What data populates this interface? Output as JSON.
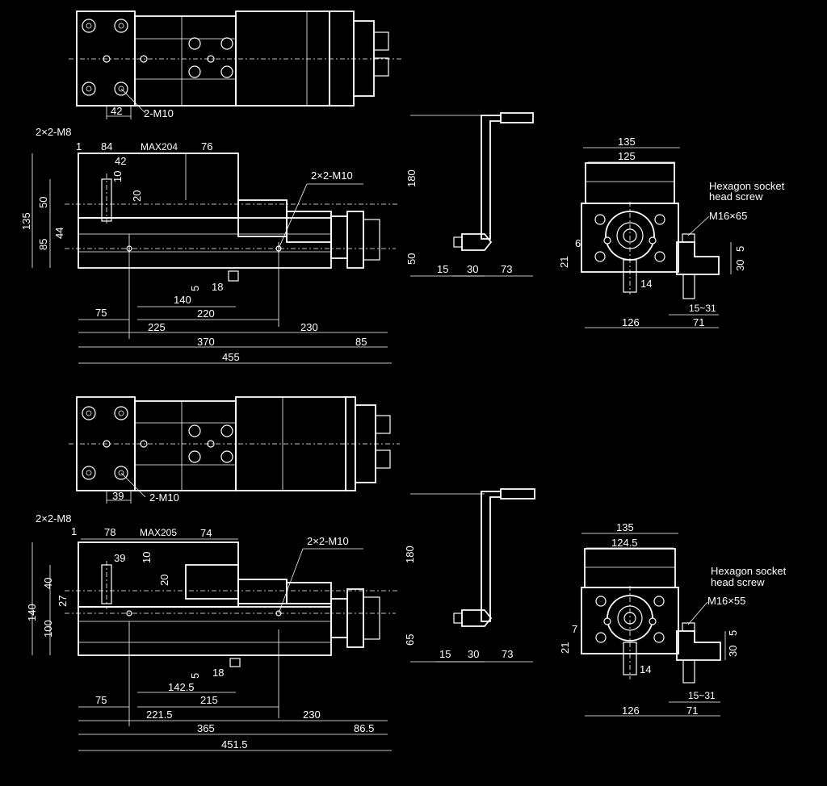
{
  "colors": {
    "background": "#000000",
    "line": "#ffffff"
  },
  "view_a": {
    "top": {
      "d_42": "42",
      "tap_2m10": "2-M10"
    },
    "front": {
      "tap_2x2m8": "2×2-M8",
      "d_1": "1",
      "d_84": "84",
      "d_max": "MAX204",
      "d_76": "76",
      "d_42": "42",
      "d_10": "10",
      "d_20": "20",
      "tap_2x2m10": "2×2-M10",
      "d_50": "50",
      "d_135": "135",
      "d_44": "44",
      "d_85": "85",
      "d_5": "5",
      "d_18": "18",
      "d_140": "140",
      "d_75": "75",
      "d_220": "220",
      "d_225": "225",
      "d_230": "230",
      "d_370": "370",
      "d_85b": "85",
      "d_455": "455"
    },
    "side": {
      "d_180": "180",
      "d_50": "50",
      "d_15": "15",
      "d_30": "30",
      "d_73": "73"
    },
    "end": {
      "d_135": "135",
      "d_125": "125",
      "screw_label_1": "Hexagon socket",
      "screw_label_2": "head screw",
      "screw_size": "M16×65",
      "d_6": "6",
      "d_21": "21",
      "d_30": "30",
      "d_5": "5",
      "d_14": "14",
      "d_15_31": "15~31",
      "d_126": "126",
      "d_71": "71"
    }
  },
  "view_b": {
    "top": {
      "d_39": "39",
      "tap_2m10": "2-M10"
    },
    "front": {
      "tap_2x2m8": "2×2-M8",
      "d_1": "1",
      "d_78": "78",
      "d_max": "MAX205",
      "d_74": "74",
      "d_39": "39",
      "d_10": "10",
      "d_20": "20",
      "tap_2x2m10": "2×2-M10",
      "d_40": "40",
      "d_140": "140",
      "d_27": "27",
      "d_100": "100",
      "d_5": "5",
      "d_18": "18",
      "d_142_5": "142.5",
      "d_75": "75",
      "d_215": "215",
      "d_221_5": "221.5",
      "d_230": "230",
      "d_365": "365",
      "d_86_5": "86.5",
      "d_451_5": "451.5"
    },
    "side": {
      "d_180": "180",
      "d_65": "65",
      "d_15": "15",
      "d_30": "30",
      "d_73": "73"
    },
    "end": {
      "d_135": "135",
      "d_124_5": "124.5",
      "screw_label_1": "Hexagon socket",
      "screw_label_2": "head screw",
      "screw_size": "M16×55",
      "d_7": "7",
      "d_21": "21",
      "d_30": "30",
      "d_5": "5",
      "d_14": "14",
      "d_15_31": "15~31",
      "d_126": "126",
      "d_71": "71"
    }
  }
}
